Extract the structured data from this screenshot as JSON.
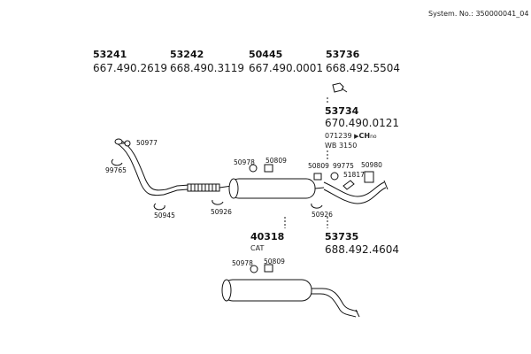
{
  "header": {
    "system_no": "System. No.: 350000041_04"
  },
  "top_row": [
    {
      "part": "53241",
      "ref": "667.490.2619"
    },
    {
      "part": "53242",
      "ref": "668.490.3119"
    },
    {
      "part": "50445",
      "ref": "667.490.0001"
    },
    {
      "part": "53736",
      "ref": "668.492.5504"
    }
  ],
  "tailpipe": {
    "part": "53734",
    "ref": "670.490.0121",
    "note_prefix": "071239",
    "note_badge": "CH",
    "note_suffix": "no",
    "note2": "WB 3150"
  },
  "catalyst": {
    "part": "40318",
    "label": "CAT"
  },
  "front_pipe": {
    "part": "53735",
    "ref": "688.492.4604"
  },
  "callouts": {
    "c50977": "50977",
    "c99765": "99765",
    "c50945": "50945",
    "c50978a": "50978",
    "c50809a": "50809",
    "c50926a": "50926",
    "c50809b": "50809",
    "c99775": "99775",
    "c51817": "51817",
    "c50980": "50980",
    "c50926b": "50926",
    "c50978b": "50978",
    "c50809c": "50809"
  }
}
